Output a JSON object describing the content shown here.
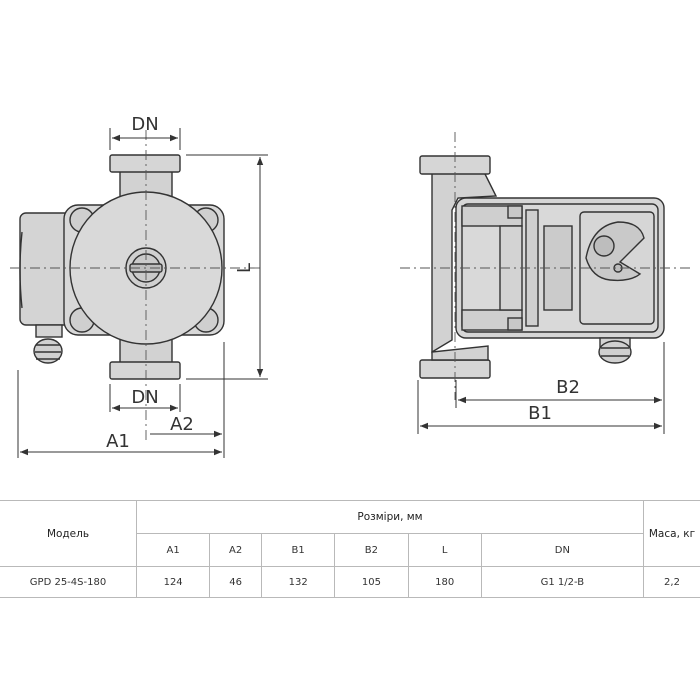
{
  "drawing": {
    "front_view": {
      "dn_top": "DN",
      "dn_bottom": "DN",
      "length": "L",
      "a1": "A1",
      "a2": "A2"
    },
    "side_view": {
      "b1": "B1",
      "b2": "B2"
    }
  },
  "table": {
    "headers": {
      "model": "Модель",
      "dimensions": "Розміри, мм",
      "mass": "Маса, кг"
    },
    "dimension_columns": [
      "A1",
      "A2",
      "B1",
      "B2",
      "L",
      "DN"
    ],
    "rows": [
      {
        "model": "GPD 25-4S-180",
        "values": [
          "124",
          "46",
          "132",
          "105",
          "180",
          "G1 1/2-B"
        ],
        "mass": "2,2"
      }
    ]
  }
}
